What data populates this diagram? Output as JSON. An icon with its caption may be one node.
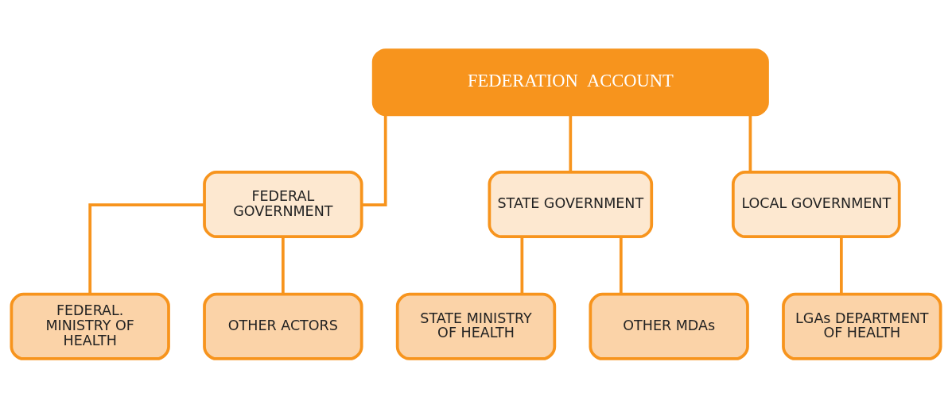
{
  "diagram": {
    "nodes": [
      {
        "text": [
          "FEDERATION  ACCOUNT"
        ]
      },
      {
        "text": [
          "FEDERAL GOVERNMENT"
        ]
      },
      {
        "text": [
          "STATE GOVERNMENT"
        ]
      },
      {
        "text": [
          "LOCAL GOVERNMENT"
        ]
      },
      {
        "text": [
          "FEDERAL. MINISTRY OF HEALTH"
        ]
      },
      {
        "text": [
          "OTHER ACTORS"
        ]
      },
      {
        "text": [
          "STATE MINISTRY OF HEALTH"
        ]
      },
      {
        "text": [
          "OTHER MDAs"
        ]
      },
      {
        "text": [
          "LGAs DEPARTMENT OF HEALTH"
        ]
      }
    ],
    "edges": [
      {
        "from": 0,
        "to": 1,
        "arrow": "none"
      },
      {
        "from": 0,
        "to": 2,
        "arrow": "none"
      },
      {
        "from": 0,
        "to": 3,
        "arrow": "none"
      },
      {
        "from": 1,
        "to": 4,
        "arrow": "none"
      },
      {
        "from": 1,
        "to": 5,
        "arrow": "none"
      },
      {
        "from": 2,
        "to": 6,
        "arrow": "none"
      },
      {
        "from": 2,
        "to": 7,
        "arrow": "none"
      },
      {
        "from": 3,
        "to": 8,
        "arrow": "none"
      }
    ]
  }
}
